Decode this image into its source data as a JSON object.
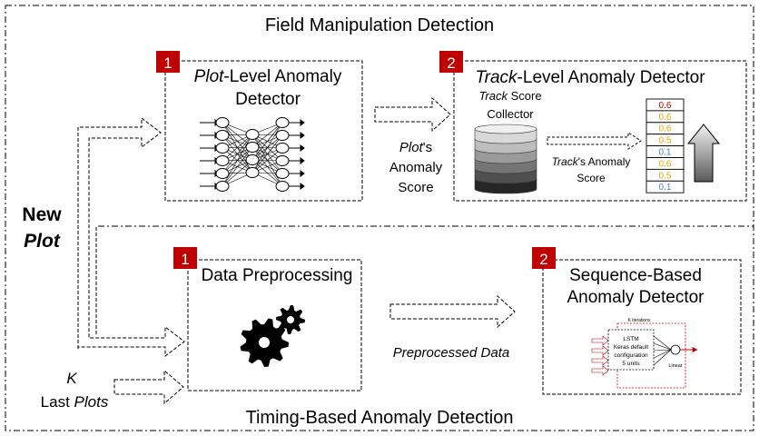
{
  "outer": {
    "top_title": "Field Manipulation Detection",
    "bottom_title": "Timing-Based Anomaly Detection"
  },
  "inputs": {
    "new_line1": "New",
    "new_line2": "Plot",
    "k": "K",
    "last": "Last ",
    "last_plots": "Plots"
  },
  "plot_detector": {
    "badge": "1",
    "title_italic": "Plot",
    "title_rest": "-Level Anomaly",
    "title_line2": "Detector"
  },
  "track_detector": {
    "badge": "2",
    "title_italic": "Track",
    "title_rest": "-Level Anomaly Detector",
    "collector_italic": "Track",
    "collector_rest": " Score",
    "collector_line2": "Collector",
    "score_italic": "Track",
    "score_rest": "'s Anomaly",
    "score_line2": "Score",
    "score_values": [
      "0.6",
      "0.6",
      "0.6",
      "0.5",
      "0.1",
      "0.6",
      "0.5",
      "0.1"
    ],
    "score_colors": [
      "#c00000",
      "#e6a800",
      "#e6a800",
      "#e6a800",
      "#4a86c8",
      "#e6a800",
      "#e6a800",
      "#4a86c8"
    ]
  },
  "between": {
    "plots_italic": "Plot",
    "plots_rest": "'s",
    "line2": "Anomaly",
    "line3": "Score",
    "preprocessed": "Preprocessed Data"
  },
  "preprocessing": {
    "badge": "1",
    "title": "Data Preprocessing"
  },
  "sequence_detector": {
    "badge": "2",
    "title_line1": "Sequence-Based",
    "title_line2": "Anomaly Detector",
    "lstm_lines": [
      "LSTM",
      "Keras default",
      "configuration",
      "5 units"
    ],
    "k_iterations": "K iterations",
    "linear": "Linear"
  },
  "colors": {
    "badge": "#c00000",
    "stack": [
      "#d8d8d8",
      "#bdbdbd",
      "#9a9a9a",
      "#757575",
      "#4f4f4f",
      "#262626"
    ]
  }
}
